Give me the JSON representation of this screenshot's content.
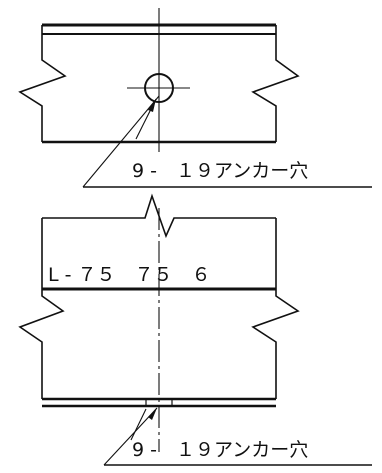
{
  "top_view": {
    "anchor_label": "9 -　１９アンカー穴"
  },
  "bottom_view": {
    "angle_label": "L - ７５　７５　６",
    "anchor_label": "9 -　１９アンカー穴"
  },
  "colors": {
    "ink": "#111111",
    "background": "#ffffff"
  }
}
